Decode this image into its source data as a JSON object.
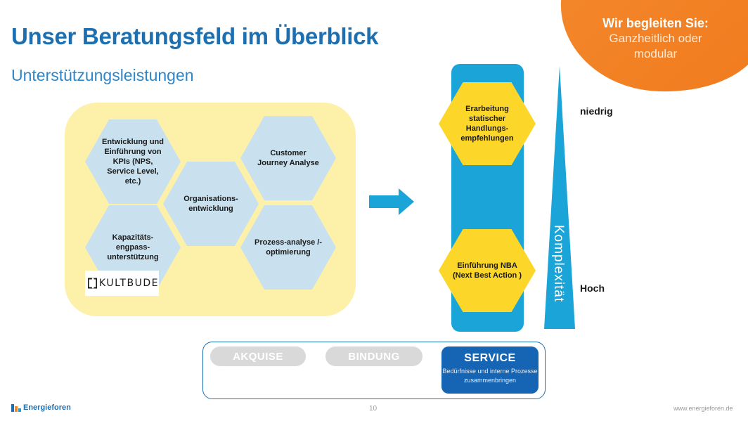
{
  "slide": {
    "title": "Unser Beratungsfeld im Überblick",
    "subtitle": "Unterstützungsleistungen"
  },
  "badge": {
    "heading": "Wir begleiten Sie:",
    "text": "Ganzheitlich oder modular",
    "color": "#f4872b"
  },
  "hexagons": [
    {
      "label": "Entwicklung und Einführung von KPIs (NPS, Service Level, etc.)"
    },
    {
      "label": "Customer Journey Analyse"
    },
    {
      "label": "Organisations-entwicklung"
    },
    {
      "label": "Kapazitäts-engpass-unterstützung"
    },
    {
      "label": "Prozess-analyse /-optimierung"
    }
  ],
  "partner_logo": {
    "text": "KULTBUDE"
  },
  "column": {
    "color": "#1aa4d7",
    "items": [
      {
        "label": "Erarbeitung statischer Handlungs-empfehlungen"
      },
      {
        "label": "Einführung NBA (Next Best Action )"
      }
    ]
  },
  "complexity": {
    "axis_label": "Komplexität",
    "low_label": "niedrig",
    "high_label": "Hoch"
  },
  "phases": {
    "items": [
      {
        "label": "AKQUISE",
        "active": false
      },
      {
        "label": "BINDUNG",
        "active": false
      },
      {
        "label": "SERVICE",
        "active": true,
        "description": "Bedürfnisse und interne Prozesse zusammenbringen"
      }
    ]
  },
  "footer": {
    "brand": "Energieforen",
    "page_number": "10",
    "website": "www.energieforen.de"
  }
}
